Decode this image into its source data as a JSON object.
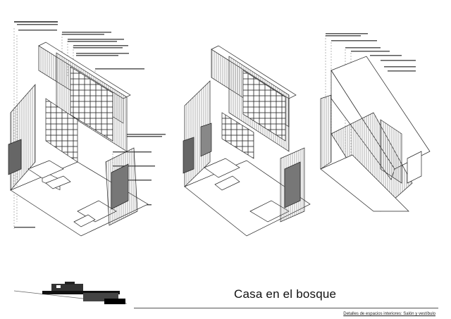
{
  "sheet": {
    "title": "Casa en el bosque",
    "subtitle": "Detalles de espacios interiores: Salón y vestíbulo"
  },
  "drawings": [
    {
      "name": "isometric-view-living-room"
    },
    {
      "name": "isometric-view-living-room-alt"
    },
    {
      "name": "isometric-view-entrance-hall"
    }
  ]
}
